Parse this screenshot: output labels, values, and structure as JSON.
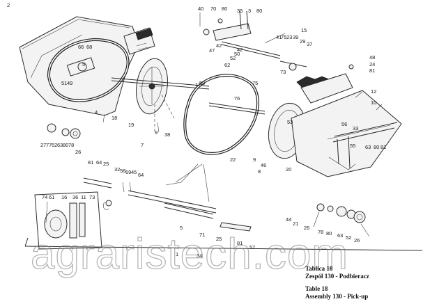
{
  "caption": {
    "table_pl": "Tablica 18",
    "assembly_pl": "Zespół 130 - Podbieracz",
    "table_en": "Table 18",
    "assembly_en": "Assembly 130 - Pick-up"
  },
  "watermark": "agraristech.com",
  "callouts": [
    "40",
    "70",
    "80",
    "35",
    "3",
    "80",
    "15",
    "41",
    "75",
    "23",
    "39",
    "29",
    "37",
    "42",
    "47",
    "42",
    "50",
    "52",
    "62",
    "73",
    "66",
    "68",
    "5",
    "51",
    "49",
    "4",
    "18",
    "19",
    "17",
    "59",
    "76",
    "75",
    "9",
    "7",
    "38",
    "22",
    "8",
    "46",
    "9",
    "48",
    "24",
    "81",
    "12",
    "10",
    "53",
    "56",
    "33",
    "55",
    "63",
    "80",
    "81",
    "20",
    "27",
    "77",
    "52",
    "63",
    "80",
    "78",
    "26",
    "81",
    "64",
    "25",
    "32",
    "58",
    "69",
    "45",
    "64",
    "74",
    "61",
    "16",
    "36",
    "11",
    "73",
    "1",
    "5",
    "71",
    "25",
    "81",
    "57",
    "44",
    "21",
    "26",
    "78",
    "80",
    "63",
    "52",
    "26",
    "34",
    "2"
  ]
}
